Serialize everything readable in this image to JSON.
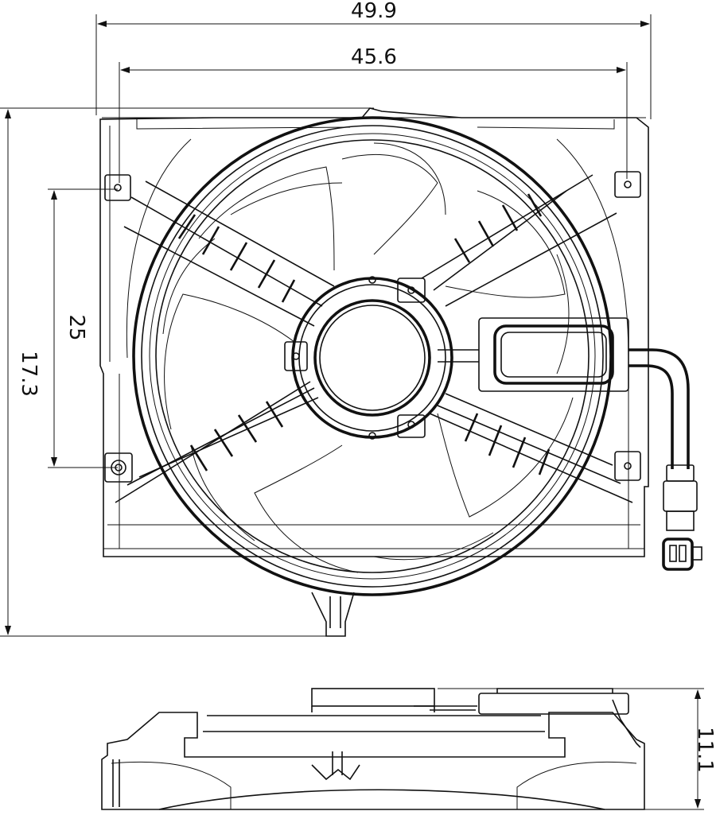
{
  "drawing": {
    "dimensions": {
      "overall_width": "49.9",
      "shroud_width": "45.6",
      "overall_height": "17.3",
      "mount_spacing": "25",
      "depth": "11.1"
    },
    "colors": {
      "line": "#111111",
      "background": "#ffffff"
    }
  }
}
